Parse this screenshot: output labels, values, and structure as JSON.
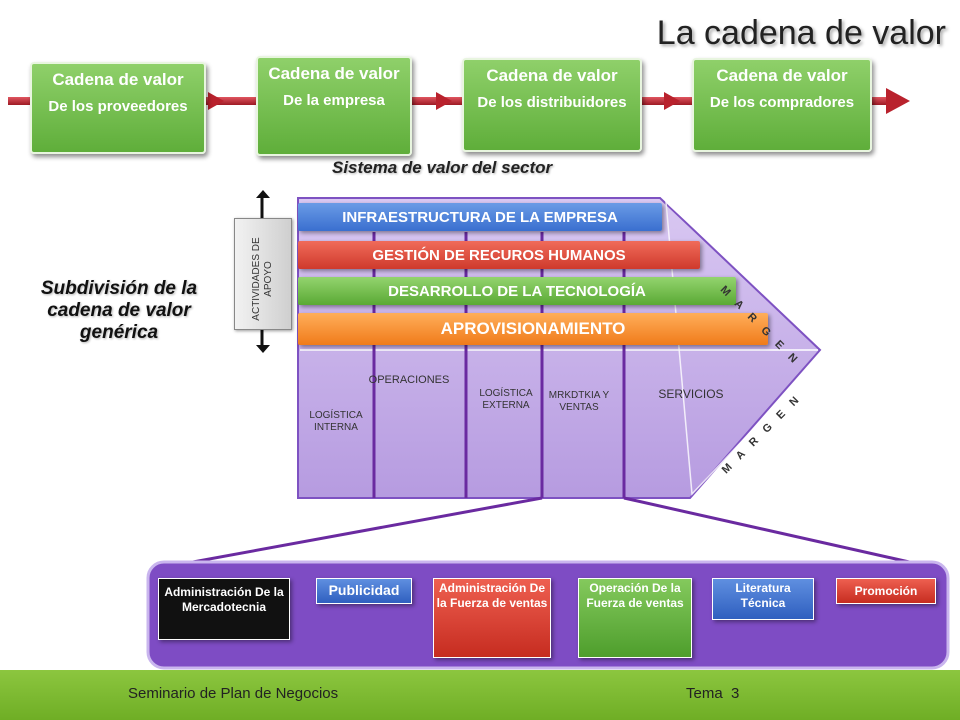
{
  "title": "La cadena de valor",
  "value_system": {
    "caption": "Sistema de valor del sector",
    "boxes": [
      {
        "line1": "Cadena de valor",
        "line2": "De los proveedores"
      },
      {
        "line1": "Cadena de valor",
        "line2": "De la empresa"
      },
      {
        "line1": "Cadena de valor",
        "line2": "De los distribuidores"
      },
      {
        "line1": "Cadena de valor",
        "line2": "De los compradores"
      }
    ]
  },
  "support_label": "ACTIVIDADES DE APOYO",
  "support_activities": [
    "INFRAESTRUCTURA DE LA EMPRESA",
    "GESTIÓN DE RECUROS HUMANOS",
    "DESARROLLO DE LA TECNOLOGÍA",
    "APROVISIONAMIENTO"
  ],
  "primary_activities": [
    "LOGÍSTICA INTERNA",
    "OPERACIONES",
    "LOGÍSTICA EXTERNA",
    "MRKDTKIA Y VENTAS",
    "SERVICIOS"
  ],
  "margin_label": "M A R G E N",
  "subdivision_title": "Subdivisión de la cadena de valor genérica",
  "marketing_subactivities": [
    {
      "label": "Administración De la Mercadotecnia",
      "color": "#111111"
    },
    {
      "label": "Publicidad",
      "color": "#3b6fd0"
    },
    {
      "label": "Administración De la Fuerza de ventas",
      "color": "#d9352a"
    },
    {
      "label": "Operación De la Fuerza de ventas",
      "color": "#62b23c"
    },
    {
      "label": "Literatura Técnica",
      "color": "#3b6fd0"
    },
    {
      "label": "Promoción",
      "color": "#d9352a"
    }
  ],
  "footer": {
    "left": "Seminario de Plan de Negocios",
    "right": "Tema  3"
  }
}
